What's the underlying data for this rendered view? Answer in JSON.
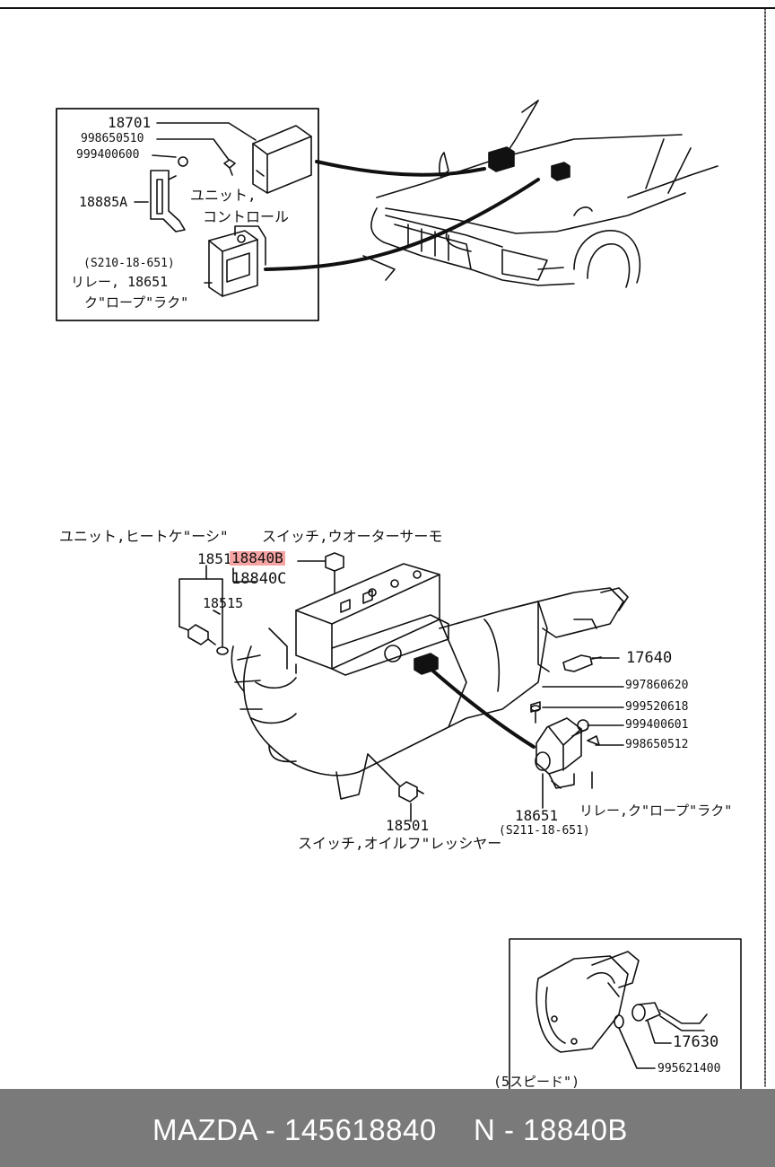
{
  "top_box": {
    "labels": {
      "p18701": "18701",
      "p998650510": "998650510",
      "p999400600": "999400600",
      "p18885A": "18885A",
      "unit_line1": "ユニット,",
      "unit_line2": "コントロール",
      "relay_code": "(S210-18-651)",
      "relay_name": "リレー, 18651",
      "relay_sub": "ク\"ロープ\"ラク\""
    }
  },
  "engine": {
    "labels": {
      "unit_gauge": "ユニット,ヒートケ\"ーシ\"",
      "switch_water": "スイッチ,ウオーターサーモ",
      "p18510S": "18510S",
      "p18840B": "18840B",
      "p18840C": "18840C",
      "p18515": "18515",
      "p17640": "17640",
      "p997860620": "997860620",
      "p999520618": "999520618",
      "p999400601": "999400601",
      "p998650512": "998650512",
      "p18501": "18501",
      "switch_oil": "スイッチ,オイルフ\"レッシヤー",
      "p18651": "18651",
      "relay_glow": "リレー,ク\"ロープ\"ラク\"",
      "s211": "(S211-18-651)"
    }
  },
  "trans_box": {
    "labels": {
      "p17630": "17630",
      "p995621400": "995621400",
      "speed": "(5スピード\")"
    }
  },
  "footer": {
    "brand": "MAZDA - 145618840",
    "part": "N - 18840B"
  },
  "colors": {
    "footer_bg": "#7a7a7a",
    "highlight": "#f6a3a3",
    "ink": "#111111"
  }
}
